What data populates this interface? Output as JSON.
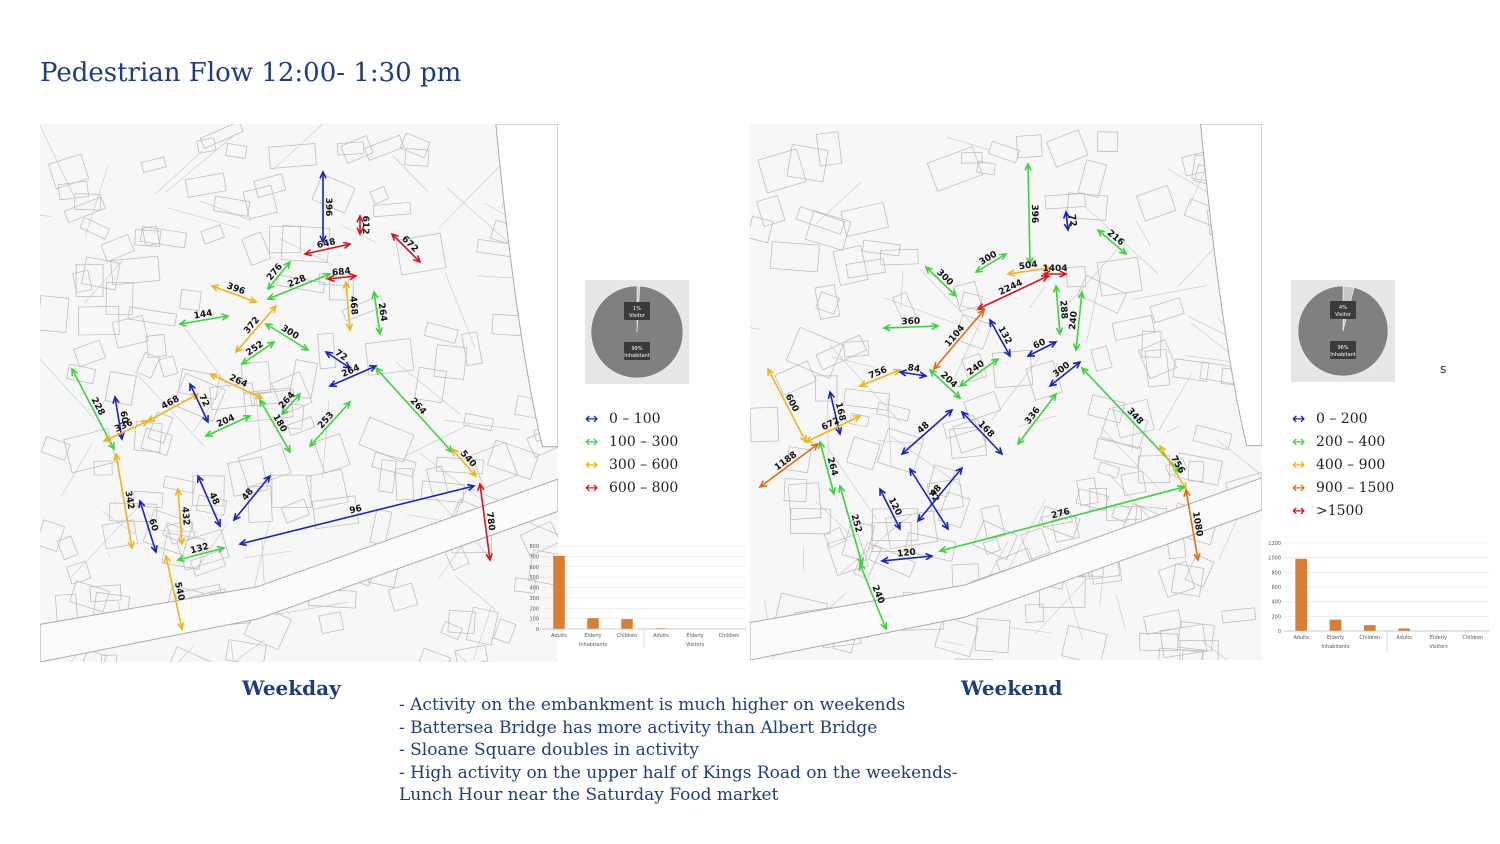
{
  "title": "Pedestrian Flow 12:00- 1:30 pm",
  "colors": {
    "blue": "#1a23b8",
    "green": "#3fd13f",
    "yellow": "#f0b323",
    "orange": "#e36b17",
    "red": "#d8141c",
    "bar": "#d87f35",
    "pie": "#808080",
    "pie_small": "#c8c8c8"
  },
  "weekday": {
    "caption": "Weekday",
    "legend": [
      {
        "label": "0  –  100",
        "color": "blue",
        "icon": "double-arrow-icon"
      },
      {
        "label": "100  –  300",
        "color": "green",
        "icon": "double-arrow-icon"
      },
      {
        "label": "300  –  600",
        "color": "yellow",
        "icon": "double-arrow-icon"
      },
      {
        "label": "600  –  800",
        "color": "red",
        "icon": "double-arrow-icon"
      }
    ],
    "pie": {
      "slices": [
        {
          "label": "1%",
          "sub": "Visitor",
          "value": 1
        },
        {
          "label": "99%",
          "sub": "Inhabitant",
          "value": 99
        }
      ]
    },
    "flows": [
      {
        "value": "396",
        "color": "blue"
      },
      {
        "value": "612",
        "color": "red"
      },
      {
        "value": "672",
        "color": "red"
      },
      {
        "value": "648",
        "color": "red"
      },
      {
        "value": "684",
        "color": "red"
      },
      {
        "value": "276",
        "color": "green"
      },
      {
        "value": "396",
        "color": "yellow"
      },
      {
        "value": "228",
        "color": "green"
      },
      {
        "value": "468",
        "color": "yellow"
      },
      {
        "value": "264",
        "color": "green"
      },
      {
        "value": "144",
        "color": "green"
      },
      {
        "value": "372",
        "color": "yellow"
      },
      {
        "value": "300",
        "color": "green"
      },
      {
        "value": "72",
        "color": "blue"
      },
      {
        "value": "264",
        "color": "blue"
      },
      {
        "value": "228",
        "color": "green"
      },
      {
        "value": "60",
        "color": "blue"
      },
      {
        "value": "336",
        "color": "yellow"
      },
      {
        "value": "468",
        "color": "yellow"
      },
      {
        "value": "72",
        "color": "blue"
      },
      {
        "value": "264",
        "color": "yellow"
      },
      {
        "value": "252",
        "color": "green"
      },
      {
        "value": "204",
        "color": "green"
      },
      {
        "value": "180",
        "color": "green"
      },
      {
        "value": "253",
        "color": "green"
      },
      {
        "value": "264",
        "color": "green"
      },
      {
        "value": "264",
        "color": "green"
      },
      {
        "value": "342",
        "color": "yellow"
      },
      {
        "value": "540",
        "color": "yellow"
      },
      {
        "value": "60",
        "color": "blue"
      },
      {
        "value": "432",
        "color": "yellow"
      },
      {
        "value": "48",
        "color": "blue"
      },
      {
        "value": "48",
        "color": "blue"
      },
      {
        "value": "96",
        "color": "blue"
      },
      {
        "value": "132",
        "color": "green"
      },
      {
        "value": "780",
        "color": "red"
      },
      {
        "value": "540",
        "color": "yellow"
      }
    ]
  },
  "weekend": {
    "caption": "Weekend",
    "legend": [
      {
        "label": "0  –  200",
        "color": "blue",
        "icon": "double-arrow-icon"
      },
      {
        "label": "200  –  400",
        "color": "green",
        "icon": "double-arrow-icon"
      },
      {
        "label": "400  –  900",
        "color": "yellow",
        "icon": "double-arrow-icon"
      },
      {
        "label": "900  –  1500",
        "color": "orange",
        "icon": "double-arrow-icon"
      },
      {
        "label": ">1500",
        "color": "red",
        "icon": "double-arrow-icon"
      }
    ],
    "pie": {
      "slices": [
        {
          "label": "4%",
          "sub": "Visitor",
          "value": 4
        },
        {
          "label": "96%",
          "sub": "Inhabitant",
          "value": 96
        }
      ]
    },
    "flows": [
      {
        "value": "396",
        "color": "green"
      },
      {
        "value": "72",
        "color": "blue"
      },
      {
        "value": "216",
        "color": "green"
      },
      {
        "value": "300",
        "color": "green"
      },
      {
        "value": "300",
        "color": "green"
      },
      {
        "value": "504",
        "color": "yellow"
      },
      {
        "value": "1404",
        "color": "red"
      },
      {
        "value": "2244",
        "color": "red"
      },
      {
        "value": "288",
        "color": "green"
      },
      {
        "value": "240",
        "color": "green"
      },
      {
        "value": "360",
        "color": "green"
      },
      {
        "value": "1104",
        "color": "orange"
      },
      {
        "value": "132",
        "color": "blue"
      },
      {
        "value": "60",
        "color": "blue"
      },
      {
        "value": "300",
        "color": "blue"
      },
      {
        "value": "600",
        "color": "yellow"
      },
      {
        "value": "168",
        "color": "blue"
      },
      {
        "value": "756",
        "color": "yellow"
      },
      {
        "value": "84",
        "color": "blue"
      },
      {
        "value": "204",
        "color": "green"
      },
      {
        "value": "240",
        "color": "green"
      },
      {
        "value": "672",
        "color": "yellow"
      },
      {
        "value": "48",
        "color": "blue"
      },
      {
        "value": "168",
        "color": "blue"
      },
      {
        "value": "336",
        "color": "green"
      },
      {
        "value": "348",
        "color": "green"
      },
      {
        "value": "1188",
        "color": "orange"
      },
      {
        "value": "264",
        "color": "green"
      },
      {
        "value": "756",
        "color": "yellow"
      },
      {
        "value": "252",
        "color": "green"
      },
      {
        "value": "120",
        "color": "blue"
      },
      {
        "value": "72",
        "color": "blue"
      },
      {
        "value": "48",
        "color": "blue"
      },
      {
        "value": "276",
        "color": "green"
      },
      {
        "value": "120",
        "color": "blue"
      },
      {
        "value": "1080",
        "color": "orange"
      },
      {
        "value": "240",
        "color": "green"
      }
    ]
  },
  "chart_data": [
    {
      "type": "bar",
      "categories": [
        "Adults",
        "Elderly",
        "Children",
        "Adults",
        "Elderly",
        "Children"
      ],
      "groups": [
        "Inhabitants",
        "Visitors"
      ],
      "values": [
        705,
        105,
        95,
        7,
        0,
        0
      ],
      "ylim": [
        0,
        800
      ],
      "yticks": [
        0,
        100,
        200,
        300,
        400,
        500,
        600,
        700,
        800
      ],
      "grid": true
    },
    {
      "type": "bar",
      "categories": [
        "Adults",
        "Elderly",
        "Children",
        "Adults",
        "Elderly",
        "Children"
      ],
      "groups": [
        "Inhabitants",
        "Visitors"
      ],
      "values": [
        985,
        155,
        80,
        35,
        5,
        5
      ],
      "ylim": [
        0,
        1200
      ],
      "yticks": [
        0,
        200,
        400,
        600,
        800,
        1000,
        1200
      ],
      "grid": true
    }
  ],
  "notes": [
    "- Activity on the embankment is much higher on weekends",
    "- Battersea Bridge has more activity than Albert Bridge",
    "- Sloane Square doubles in activity",
    "- High activity on the upper half of Kings Road on the weekends-",
    "Lunch Hour near the Saturday Food market"
  ],
  "stray_text": "s"
}
